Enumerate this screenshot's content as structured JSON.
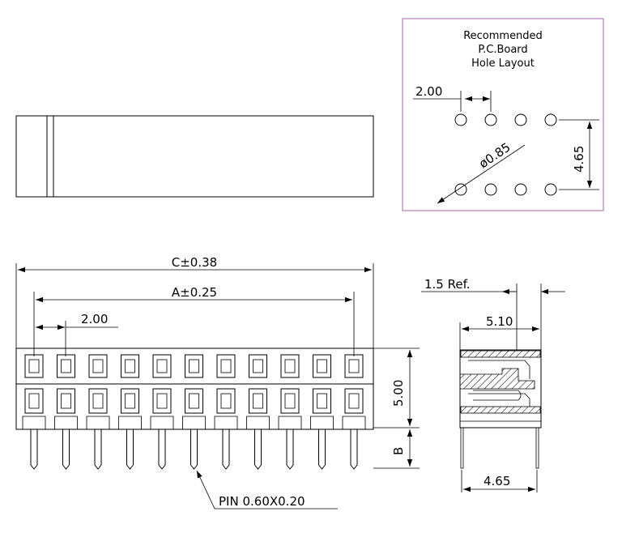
{
  "pcb_layout": {
    "title_lines": [
      "Recommended",
      "P.C.Board",
      "Hole Layout"
    ],
    "pitch": "2.00",
    "hole_diameter": "ø0.85",
    "row_spacing": "4.65",
    "box_color": "#b583b5"
  },
  "front_view": {
    "dim_c": "C±0.38",
    "dim_a": "A±0.25",
    "pitch": "2.00",
    "height": "5.00",
    "tail": "B",
    "pin_note": "PIN 0.60X0.20"
  },
  "side_view": {
    "ref": "1.5 Ref.",
    "width": "5.10",
    "pin_spacing": "4.65"
  }
}
